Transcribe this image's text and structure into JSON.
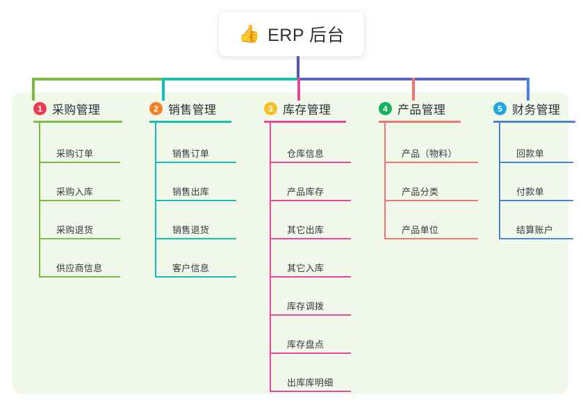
{
  "root": {
    "icon": "thumbs-up-emoji",
    "emoji": "👍",
    "title": "ERP 后台"
  },
  "palette": {
    "panel_bg": "#eff8e9",
    "root_stem": "#4e56c0",
    "branch_1": "#7cbb42",
    "branch_2": "#13bfae",
    "branch_3": "#e8459a",
    "branch_4": "#f4726f",
    "branch_5": "#4e7fd8",
    "bar_blue": "#5660c4",
    "badge_1": "#ef3b52",
    "badge_2": "#f48026",
    "badge_3": "#f7c021",
    "badge_4": "#17b05b",
    "badge_5": "#22a6e0"
  },
  "branches": [
    {
      "index": "1",
      "title": "采购管理",
      "color": "#7cbb42",
      "badge_color": "#ef3b52",
      "children": [
        "采购订单",
        "采购入库",
        "采购退货",
        "供应商信息"
      ]
    },
    {
      "index": "2",
      "title": "销售管理",
      "color": "#13bfae",
      "badge_color": "#f48026",
      "children": [
        "销售订单",
        "销售出库",
        "销售退货",
        "客户信息"
      ]
    },
    {
      "index": "3",
      "title": "库存管理",
      "color": "#e8459a",
      "badge_color": "#f7c021",
      "children": [
        "仓库信息",
        "产品库存",
        "其它出库",
        "其它入库",
        "库存调拨",
        "库存盘点",
        "出库库明细"
      ]
    },
    {
      "index": "4",
      "title": "产品管理",
      "color": "#f4726f",
      "badge_color": "#17b05b",
      "children": [
        "产品（物料）",
        "产品分类",
        "产品单位"
      ]
    },
    {
      "index": "5",
      "title": "财务管理",
      "color": "#4e7fd8",
      "badge_color": "#22a6e0",
      "children": [
        "回款单",
        "付款单",
        "结算账户"
      ]
    }
  ]
}
